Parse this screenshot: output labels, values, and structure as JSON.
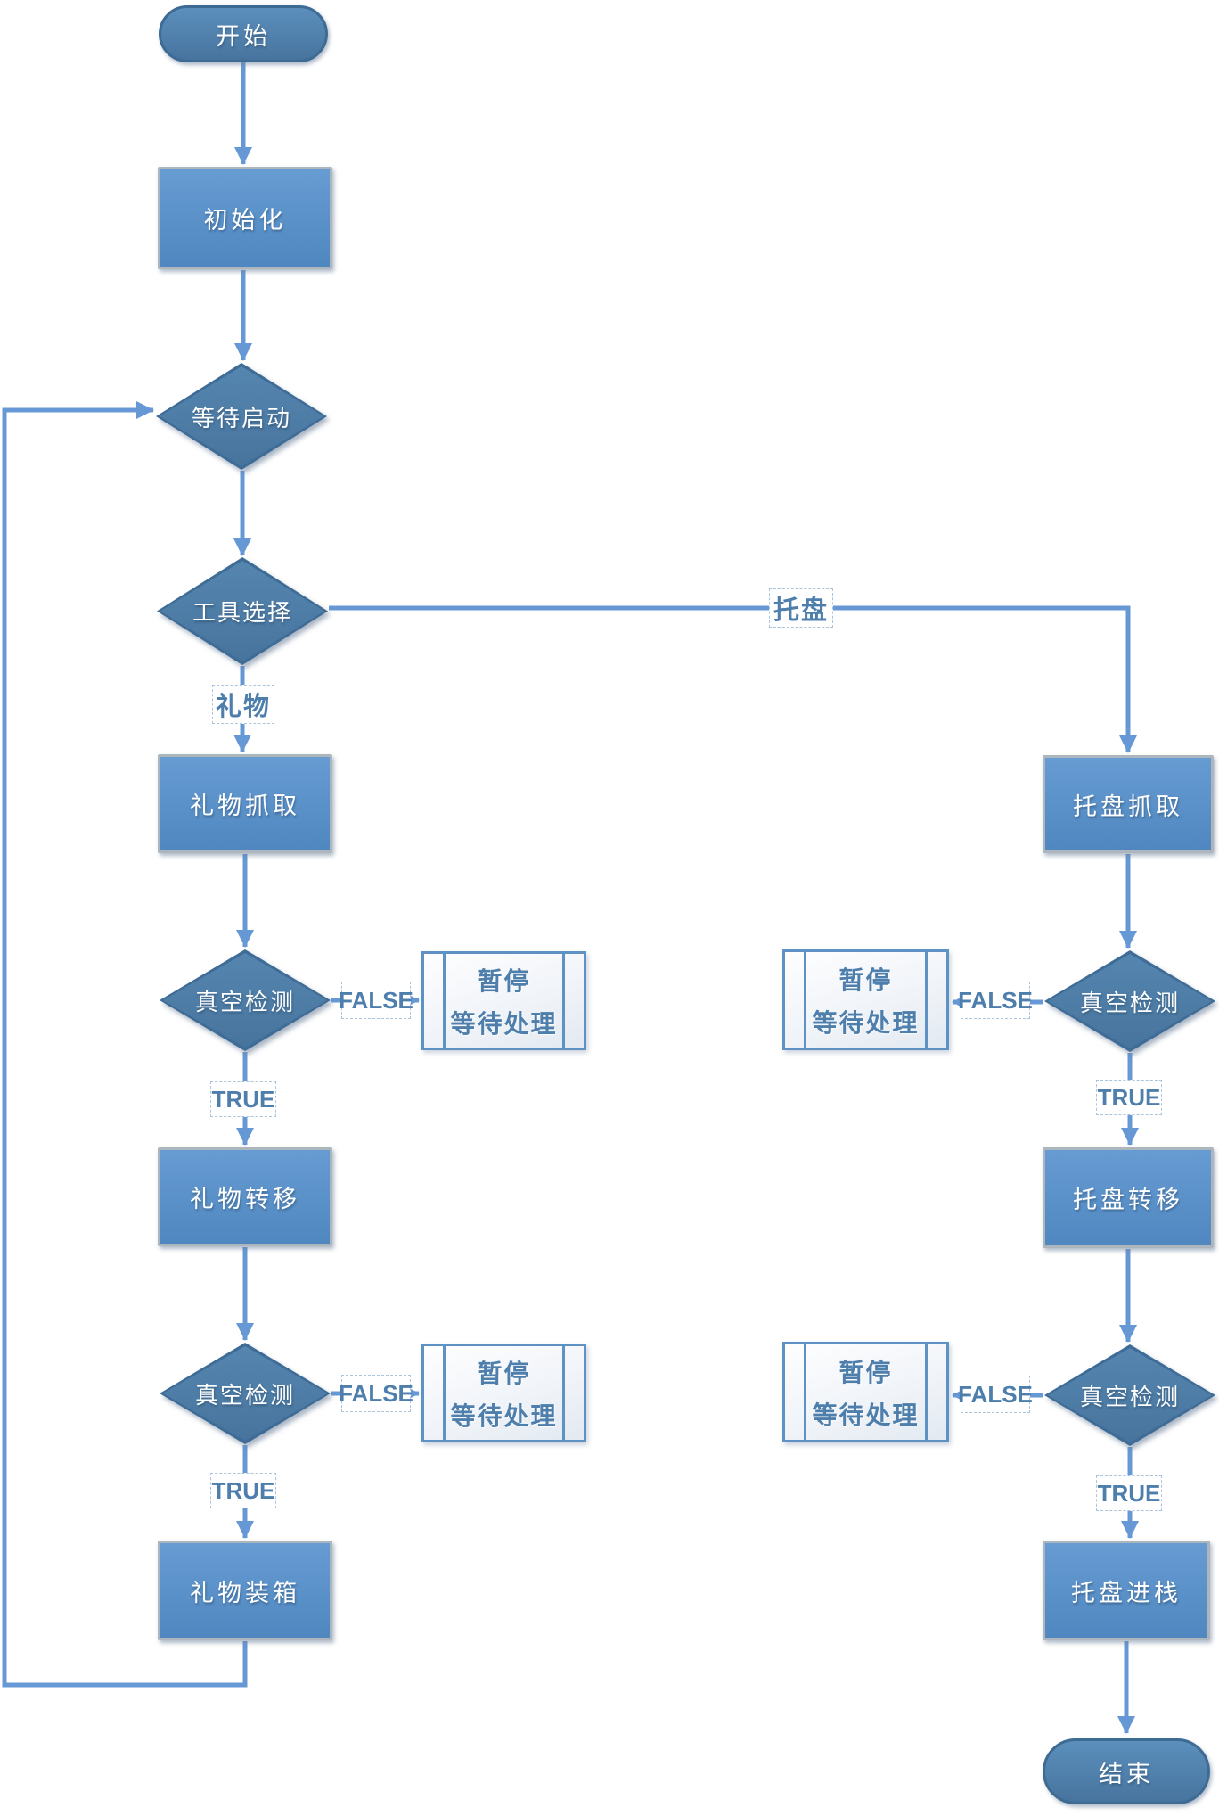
{
  "diagram": {
    "type": "flowchart",
    "language": "zh-CN",
    "colors": {
      "process_fill": "#5087C0",
      "process_border": "#AEB6BD",
      "decision_fill": "#47749D",
      "decision_border": "#3E6C96",
      "terminator_fill": "#47749F",
      "terminator_border": "#3E6B94",
      "subroutine_border": "#5E92C5",
      "subroutine_fill": "#F2F5F9",
      "connector": "#6598D4",
      "edge_label_text": "#4E7FAC",
      "node_text": "#FFFFFF"
    },
    "nodes": [
      {
        "id": "start",
        "shape": "terminator",
        "label": "开始"
      },
      {
        "id": "init",
        "shape": "process",
        "label": "初始化"
      },
      {
        "id": "wait_start",
        "shape": "decision",
        "label": "等待启动"
      },
      {
        "id": "tool_select",
        "shape": "decision",
        "label": "工具选择"
      },
      {
        "id": "gift_pick",
        "shape": "process",
        "label": "礼物抓取"
      },
      {
        "id": "vacuum_check_l1",
        "shape": "decision",
        "label": "真空检测"
      },
      {
        "id": "pause_l1",
        "shape": "subroutine",
        "label": "暂停",
        "label2": "等待处理"
      },
      {
        "id": "gift_transfer",
        "shape": "process",
        "label": "礼物转移"
      },
      {
        "id": "vacuum_check_l2",
        "shape": "decision",
        "label": "真空检测"
      },
      {
        "id": "pause_l2",
        "shape": "subroutine",
        "label": "暂停",
        "label2": "等待处理"
      },
      {
        "id": "gift_boxing",
        "shape": "process",
        "label": "礼物装箱"
      },
      {
        "id": "tray_pick",
        "shape": "process",
        "label": "托盘抓取"
      },
      {
        "id": "vacuum_check_r1",
        "shape": "decision",
        "label": "真空检测"
      },
      {
        "id": "pause_r1",
        "shape": "subroutine",
        "label": "暂停",
        "label2": "等待处理"
      },
      {
        "id": "tray_transfer",
        "shape": "process",
        "label": "托盘转移"
      },
      {
        "id": "vacuum_check_r2",
        "shape": "decision",
        "label": "真空检测"
      },
      {
        "id": "pause_r2",
        "shape": "subroutine",
        "label": "暂停",
        "label2": "等待处理"
      },
      {
        "id": "tray_stack",
        "shape": "process",
        "label": "托盘进栈"
      },
      {
        "id": "end",
        "shape": "terminator",
        "label": "结束"
      }
    ],
    "edges": [
      {
        "from": "start",
        "to": "init"
      },
      {
        "from": "init",
        "to": "wait_start"
      },
      {
        "from": "wait_start",
        "to": "tool_select"
      },
      {
        "from": "tool_select",
        "to": "gift_pick",
        "label": "礼物"
      },
      {
        "from": "tool_select",
        "to": "tray_pick",
        "label": "托盘"
      },
      {
        "from": "gift_pick",
        "to": "vacuum_check_l1"
      },
      {
        "from": "vacuum_check_l1",
        "to": "pause_l1",
        "label": "FALSE"
      },
      {
        "from": "vacuum_check_l1",
        "to": "gift_transfer",
        "label": "TRUE"
      },
      {
        "from": "gift_transfer",
        "to": "vacuum_check_l2"
      },
      {
        "from": "vacuum_check_l2",
        "to": "pause_l2",
        "label": "FALSE"
      },
      {
        "from": "vacuum_check_l2",
        "to": "gift_boxing",
        "label": "TRUE"
      },
      {
        "from": "gift_boxing",
        "to": "wait_start"
      },
      {
        "from": "tray_pick",
        "to": "vacuum_check_r1"
      },
      {
        "from": "vacuum_check_r1",
        "to": "pause_r1",
        "label": "FALSE"
      },
      {
        "from": "vacuum_check_r1",
        "to": "tray_transfer",
        "label": "TRUE"
      },
      {
        "from": "tray_transfer",
        "to": "vacuum_check_r2"
      },
      {
        "from": "vacuum_check_r2",
        "to": "pause_r2",
        "label": "FALSE"
      },
      {
        "from": "vacuum_check_r2",
        "to": "tray_stack",
        "label": "TRUE"
      },
      {
        "from": "tray_stack",
        "to": "end"
      }
    ]
  }
}
